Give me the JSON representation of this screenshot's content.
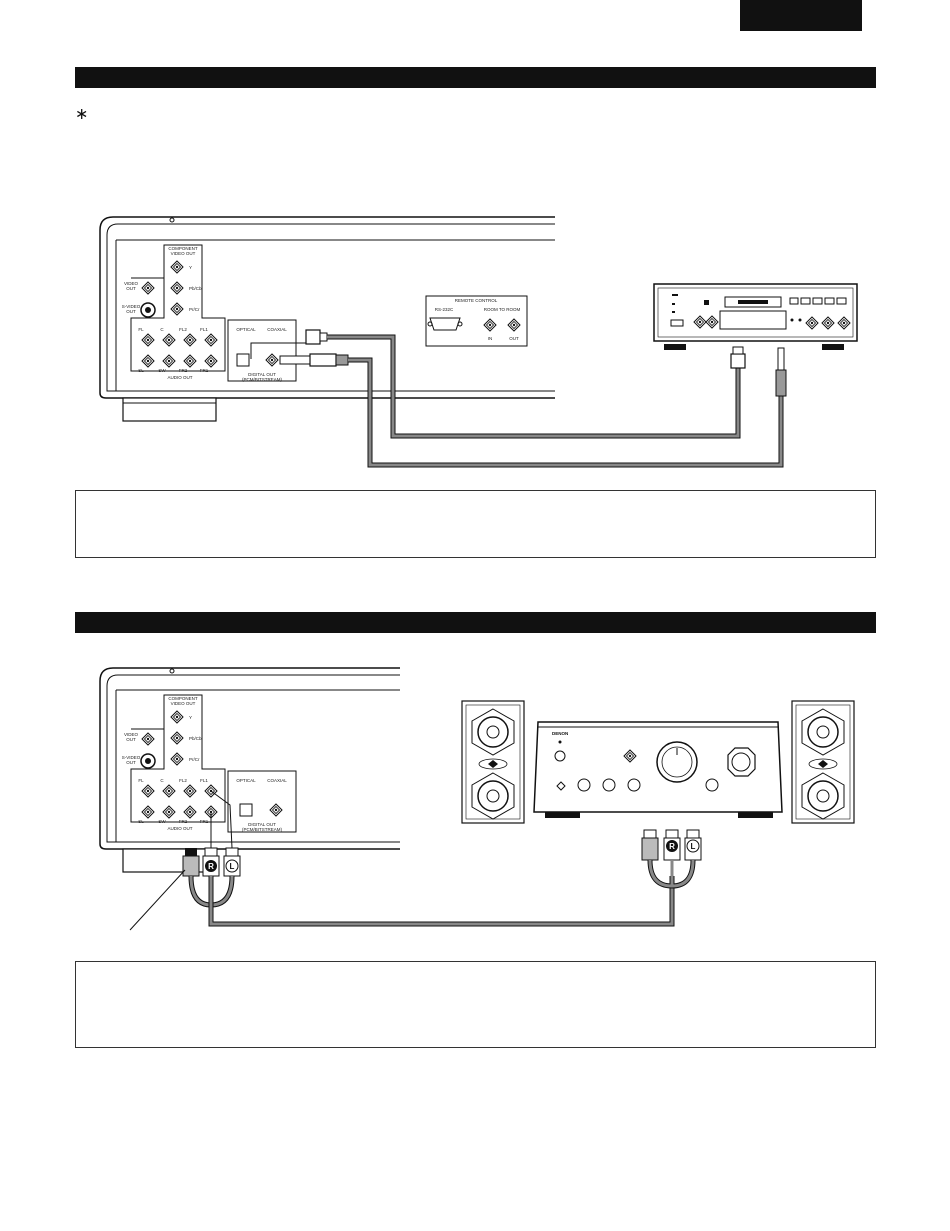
{
  "header": {
    "tab_text": ""
  },
  "section1": {
    "bar_title": "",
    "asterisk": "∗",
    "asterisk_text": "",
    "note_text": ""
  },
  "section2": {
    "bar_title": "",
    "note_text": ""
  },
  "panel_labels": {
    "component_video_out": "COMPONENT",
    "component_video_out2": "VIDEO OUT",
    "y": "Y",
    "pb": "Pb/Cb",
    "pr": "Pr/Cr",
    "video_out": "VIDEO",
    "video_out2": "OUT",
    "s_video": "S-VIDEO",
    "s_video2": "OUT",
    "fl": "FL",
    "c": "C",
    "fl2": "FL2",
    "fl1": "FL1",
    "sl": "SL",
    "sw": "SW",
    "fr2": "FR2",
    "fr1": "FR1",
    "audio_out": "AUDIO OUT",
    "optical": "OPTICAL",
    "coaxial": "COAXIAL",
    "digital_out": "DIGITAL OUT",
    "digital_out2": "(PCM/BITSTREAM)",
    "remote_control": "REMOTE CONTROL",
    "rs232c": "RS-232C",
    "room_to_room": "ROOM TO ROOM",
    "in": "IN",
    "out": "OUT"
  },
  "plug_labels": {
    "r": "R",
    "l": "L"
  },
  "amp_brand": "DENON"
}
